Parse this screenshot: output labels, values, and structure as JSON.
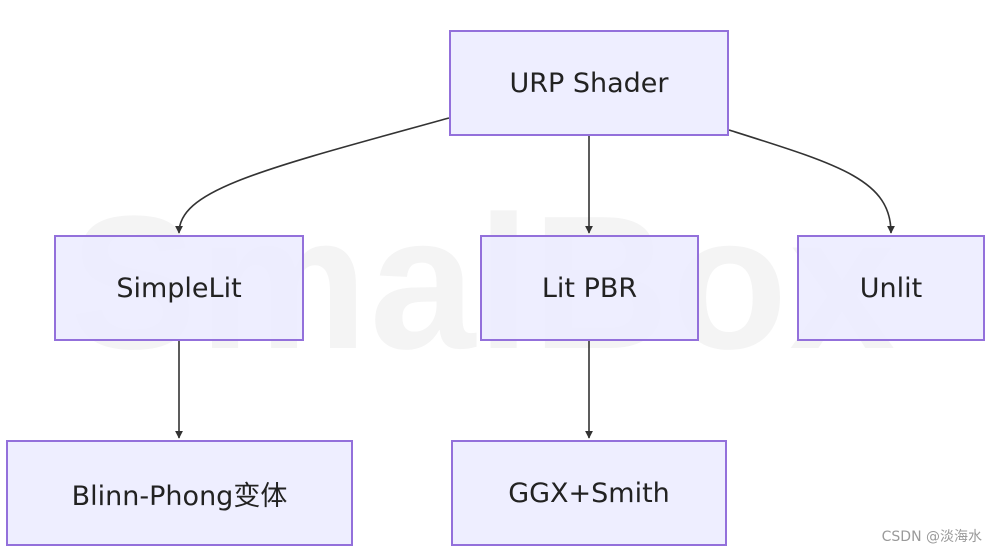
{
  "diagram": {
    "watermark_text": "SmalBox",
    "nodes": {
      "root": "URP Shader",
      "simplelit": "SimpleLit",
      "litpbr": "Lit PBR",
      "unlit": "Unlit",
      "blinn": "Blinn-Phong变体",
      "ggx": "GGX+Smith"
    },
    "edges": [
      {
        "from": "root",
        "to": "simplelit"
      },
      {
        "from": "root",
        "to": "litpbr"
      },
      {
        "from": "root",
        "to": "unlit"
      },
      {
        "from": "simplelit",
        "to": "blinn"
      },
      {
        "from": "litpbr",
        "to": "ggx"
      }
    ],
    "colors": {
      "node_fill": "#ececff",
      "node_border": "#9370db",
      "edge": "#333333",
      "text": "#222222"
    }
  },
  "footer": {
    "credit": "CSDN @淡海水"
  }
}
